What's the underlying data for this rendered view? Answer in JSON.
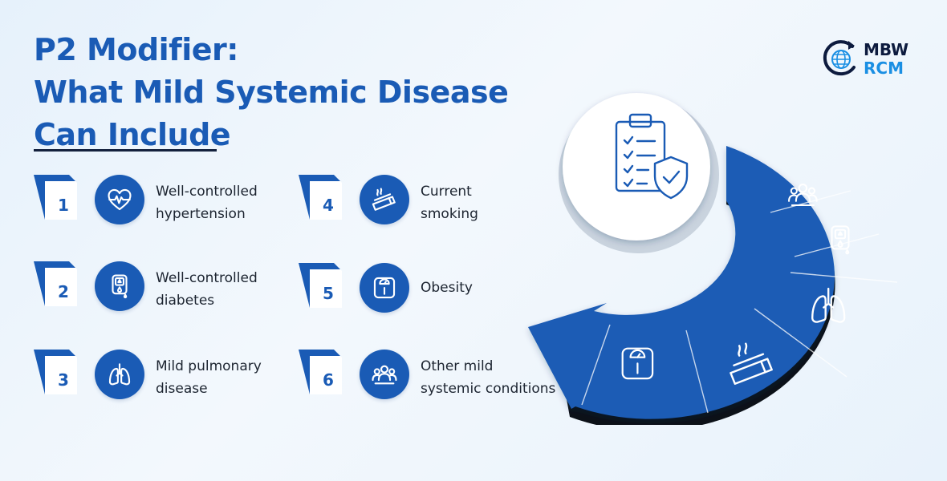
{
  "title": {
    "line1": "P2 Modifier:",
    "line2": "What Mild Systemic Disease",
    "line3": "Can Include"
  },
  "logo": {
    "line1": "MBW",
    "line2": "RCM",
    "icon": "globe-arrow-icon"
  },
  "items": [
    {
      "number": "1",
      "line1": "Well-controlled",
      "line2": "hypertension",
      "icon": "heart-pulse-icon"
    },
    {
      "number": "2",
      "line1": "Well-controlled",
      "line2": "diabetes",
      "icon": "glucose-meter-icon"
    },
    {
      "number": "3",
      "line1": "Mild pulmonary",
      "line2": "disease",
      "icon": "lungs-icon"
    },
    {
      "number": "4",
      "line1": "Current",
      "line2": "smoking",
      "icon": "cigarette-icon"
    },
    {
      "number": "5",
      "line1": "Obesity",
      "line2": "",
      "icon": "scale-icon"
    },
    {
      "number": "6",
      "line1": "Other mild",
      "line2": "systemic conditions",
      "icon": "people-group-icon"
    }
  ],
  "wheel": {
    "center_icon": "clipboard-shield-icon",
    "segment_icons": [
      "people-group-icon",
      "glucose-meter-icon",
      "lungs-icon",
      "cigarette-icon",
      "scale-icon"
    ]
  },
  "colors": {
    "primary": "#1a5bb5",
    "title": "#1a5bb5",
    "text": "#1c2430",
    "logo_dark": "#0d1b3e",
    "logo_accent": "#1a8fe3",
    "background": "#eaf3fc"
  }
}
